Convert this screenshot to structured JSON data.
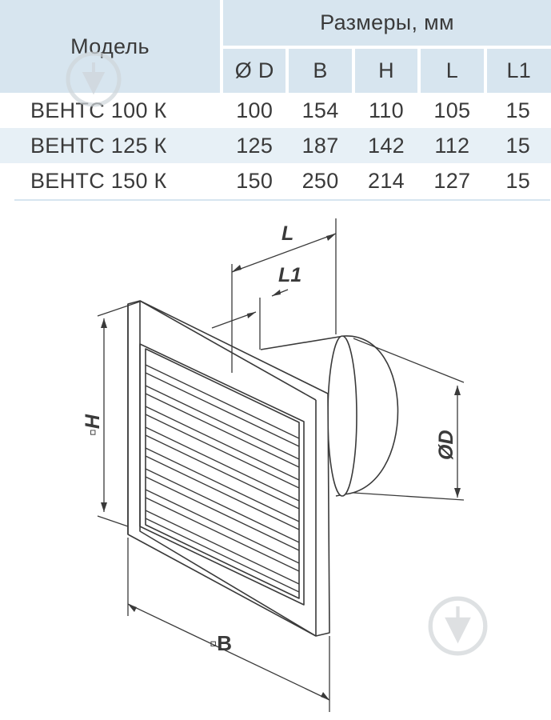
{
  "table": {
    "model_header": "Модель",
    "group_header": "Размеры, мм",
    "columns": [
      "Ø D",
      "B",
      "H",
      "L",
      "L1"
    ],
    "rows": [
      {
        "model": "ВЕНТС 100 К",
        "values": [
          "100",
          "154",
          "110",
          "105",
          "15"
        ]
      },
      {
        "model": "ВЕНТС 125 К",
        "values": [
          "125",
          "187",
          "142",
          "112",
          "15"
        ]
      },
      {
        "model": "ВЕНТС 150 К",
        "values": [
          "150",
          "250",
          "214",
          "127",
          "15"
        ]
      }
    ]
  },
  "drawing": {
    "label_L": "L",
    "label_L1": "L1",
    "label_H": "▫H",
    "label_D": "ØD",
    "label_B": "▫B"
  },
  "colors": {
    "header_bg": "#d7e5ef",
    "stripe_bg": "#e7f0f6",
    "line": "#3a3a3a"
  },
  "icons": [
    "watermark-icon"
  ]
}
